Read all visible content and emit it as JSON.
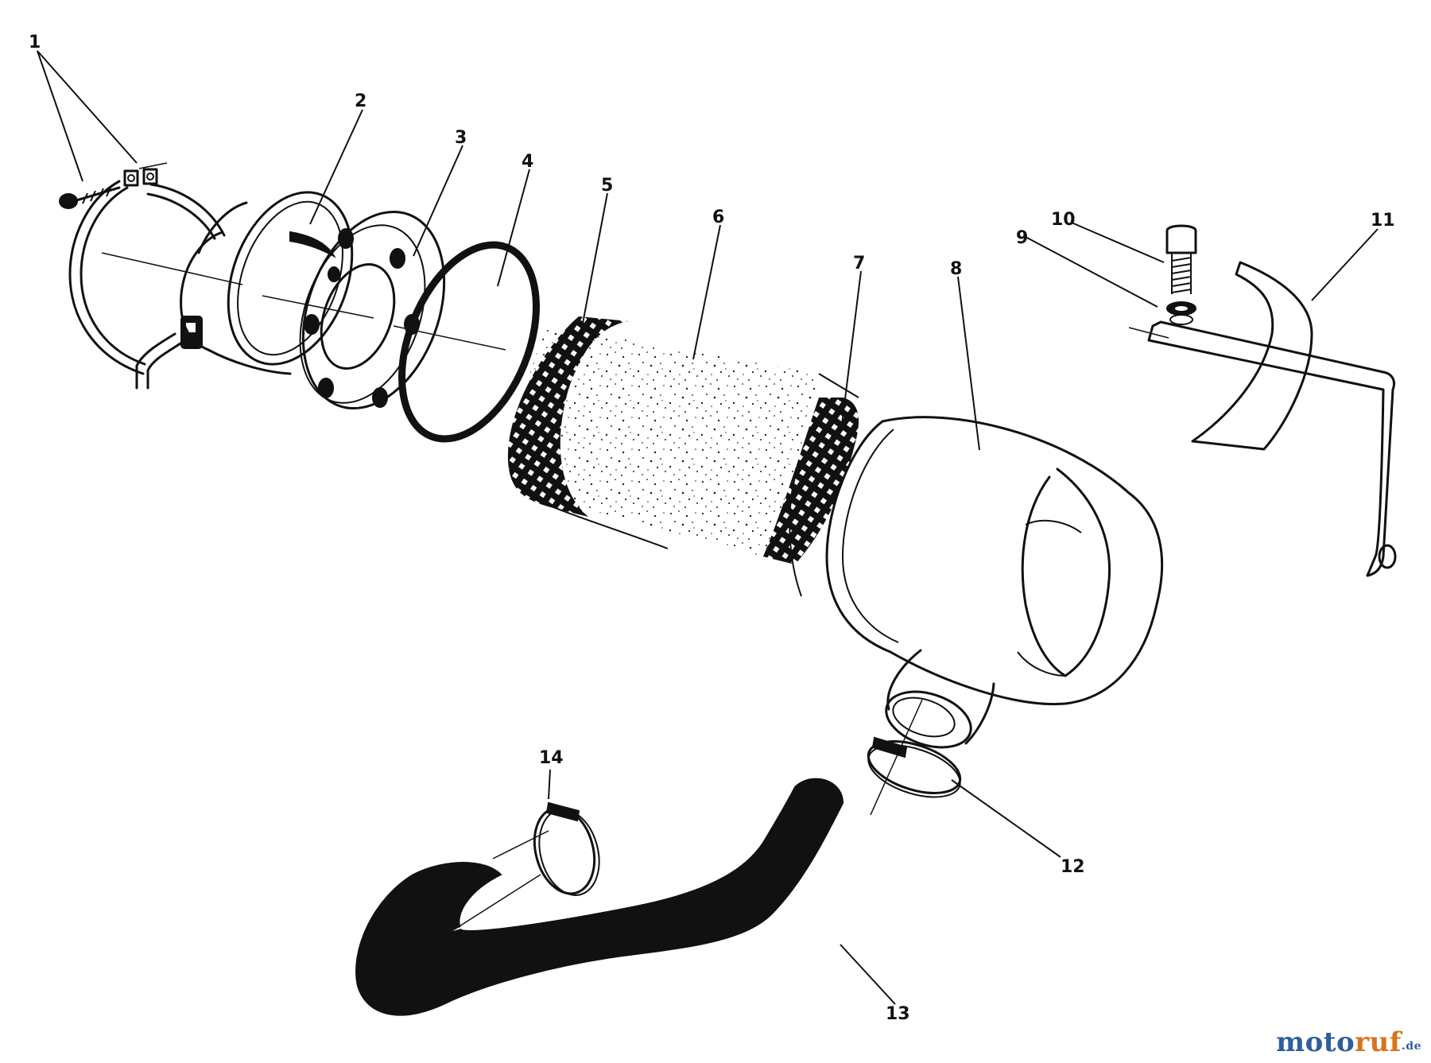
{
  "callouts": {
    "c1": "1",
    "c2": "2",
    "c3": "3",
    "c4": "4",
    "c5": "5",
    "c6": "6",
    "c7": "7",
    "c8": "8",
    "c9": "9",
    "c10": "10",
    "c11": "11",
    "c12": "12",
    "c13": "13",
    "c14": "14"
  },
  "watermark": {
    "part1": "moto",
    "part2": "ruf",
    "part3": ".de"
  }
}
